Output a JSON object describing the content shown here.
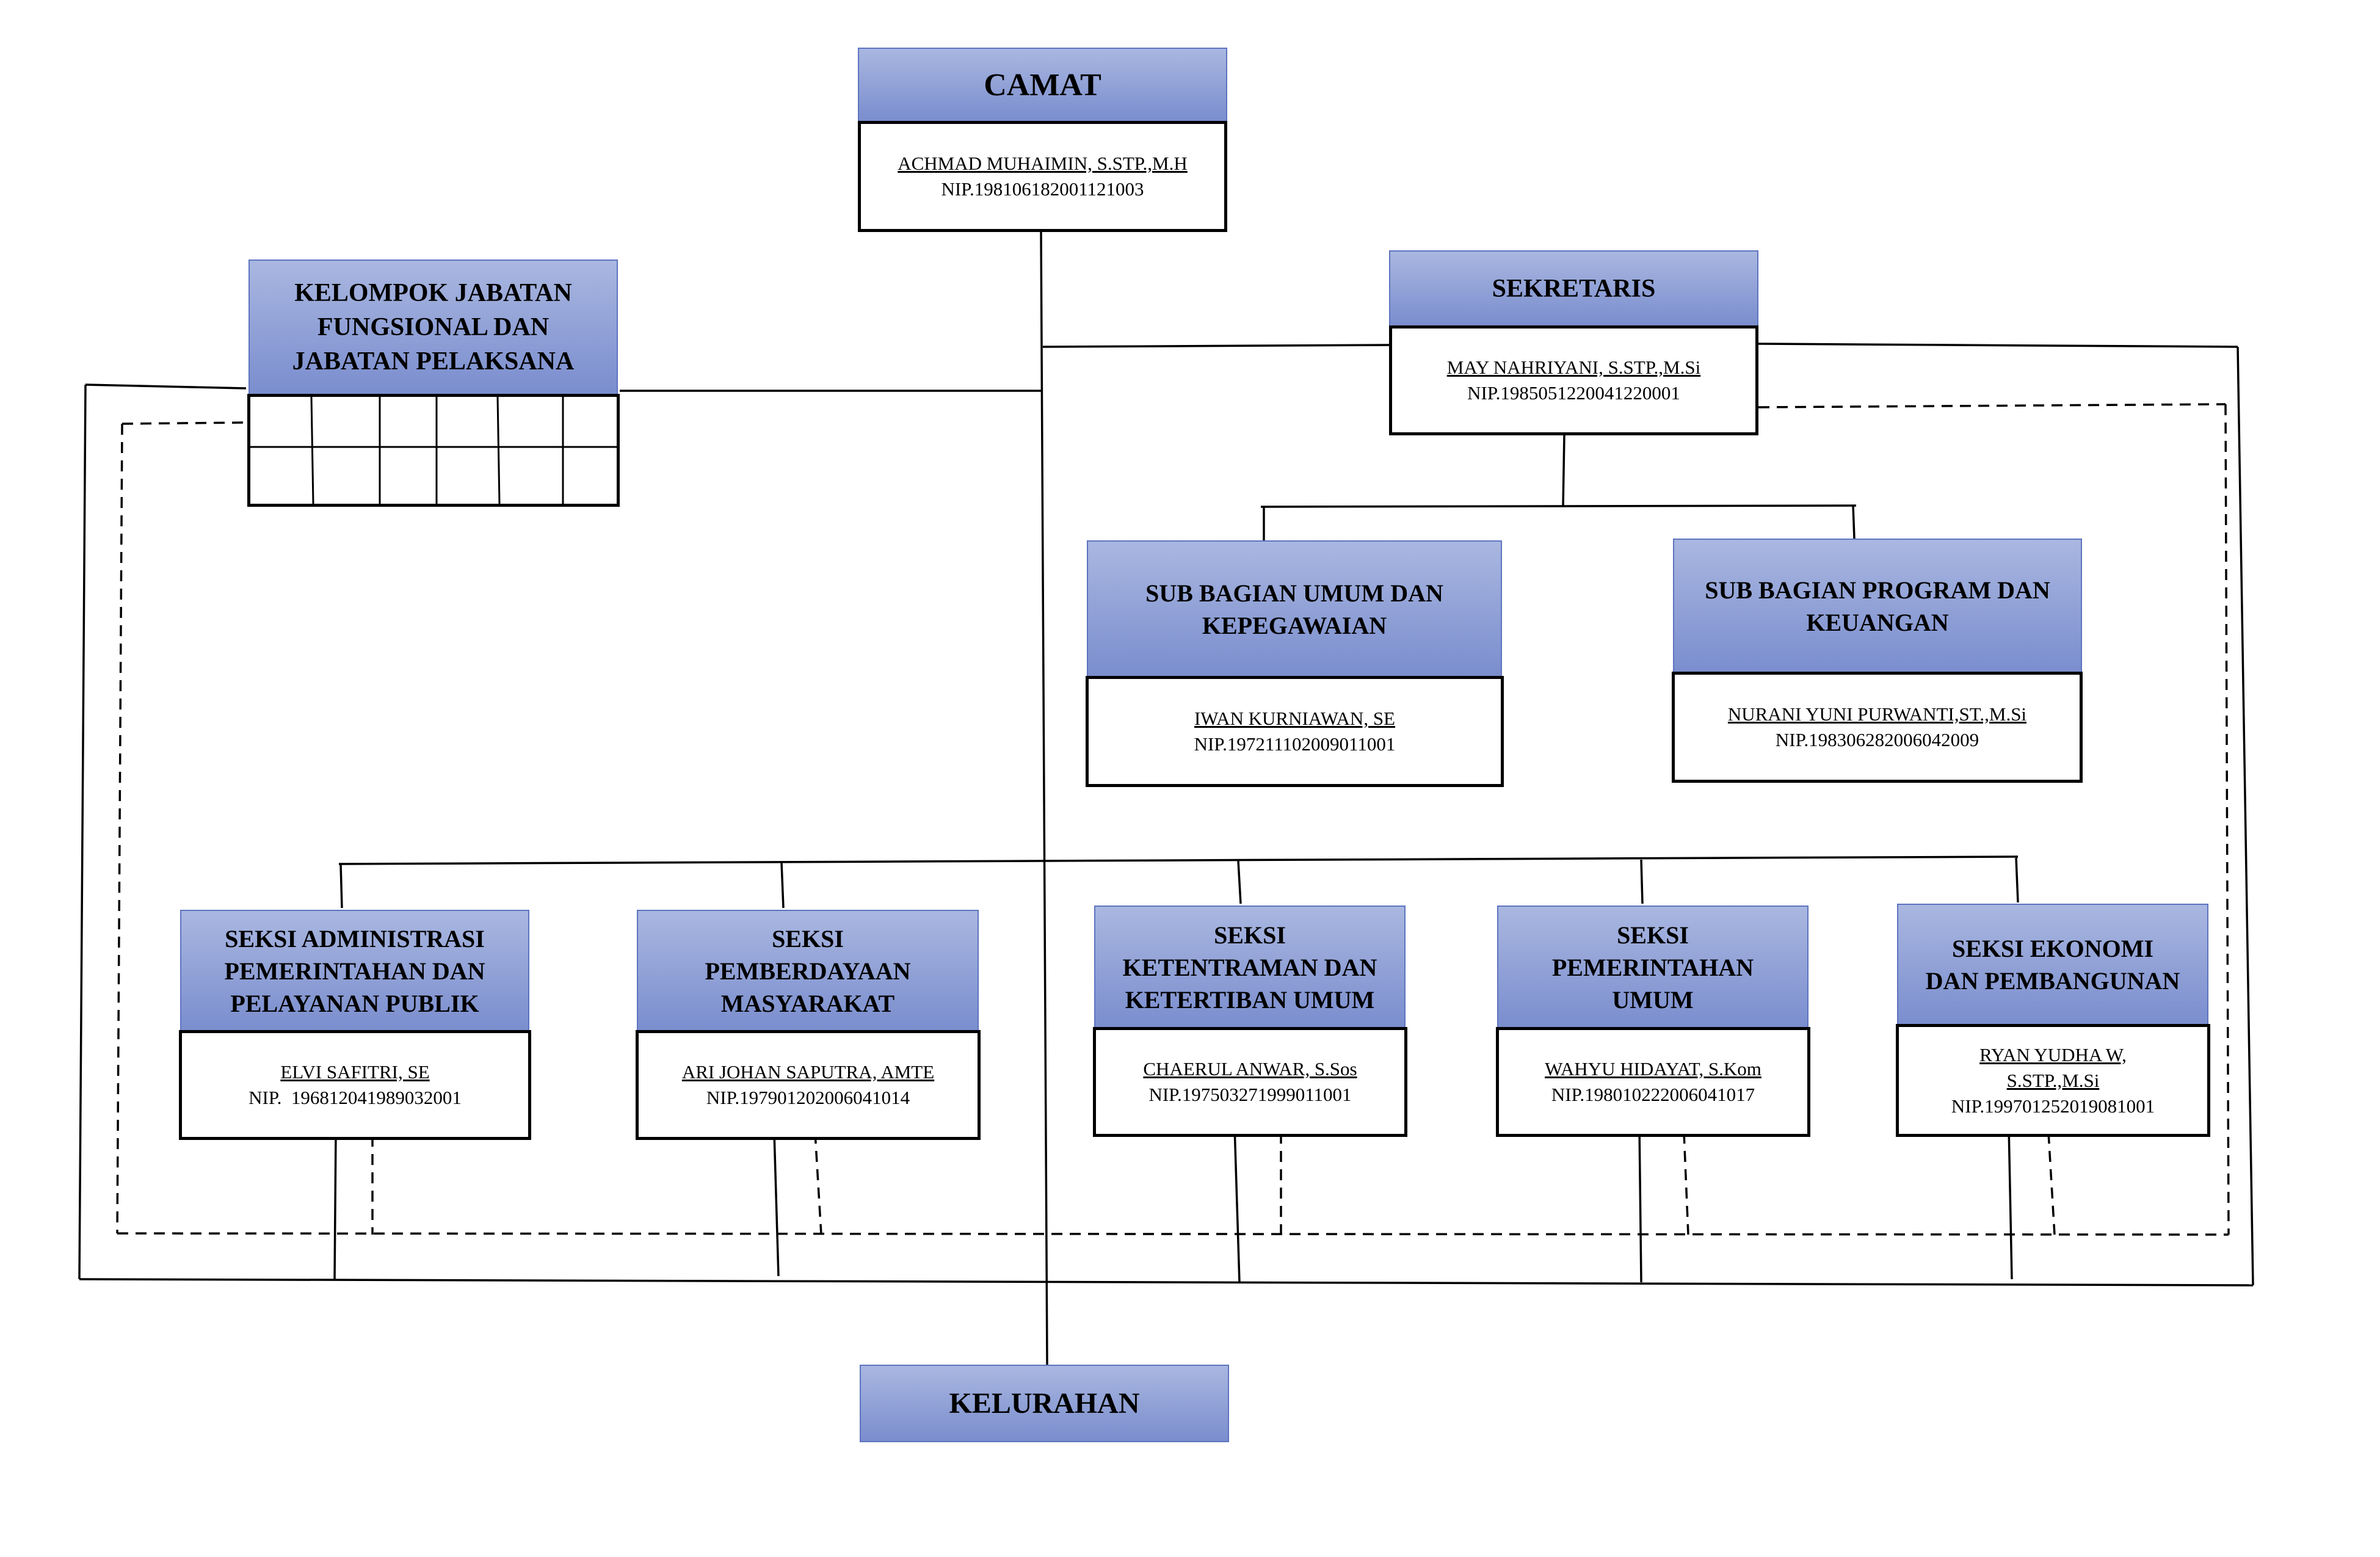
{
  "camat": {
    "title": "CAMAT",
    "name": "ACHMAD MUHAIMIN, S.STP.,M.H",
    "nip": "NIP.198106182001121003"
  },
  "kelompok": {
    "lines": [
      "KELOMPOK JABATAN",
      "FUNGSIONAL DAN",
      "JABATAN PELAKSANA"
    ]
  },
  "sekretaris": {
    "title": "SEKRETARIS",
    "name": "MAY NAHRIYANI, S.STP.,M.Si",
    "nip": "NIP.1985051220041220001"
  },
  "subbag_umum": {
    "lines": [
      "SUB BAGIAN UMUM DAN",
      "KEPEGAWAIAN"
    ],
    "name": "IWAN KURNIAWAN, SE",
    "nip": "NIP.197211102009011001"
  },
  "subbag_program": {
    "lines": [
      "SUB BAGIAN PROGRAM DAN",
      "KEUANGAN"
    ],
    "name": "NURANI YUNI PURWANTI,ST.,M.Si",
    "nip": "NIP.198306282006042009"
  },
  "seksi_admin": {
    "lines": [
      "SEKSI ADMINISTRASI",
      "PEMERINTAHAN DAN",
      "PELAYANAN PUBLIK"
    ],
    "name": "ELVI SAFITRI, SE",
    "nip": "NIP.  196812041989032001"
  },
  "seksi_pemberdayaan": {
    "lines": [
      "SEKSI",
      "PEMBERDAYAAN",
      "MASYARAKAT"
    ],
    "name": "ARI JOHAN SAPUTRA, AMTE",
    "nip": "NIP.197901202006041014"
  },
  "seksi_ketentraman": {
    "lines": [
      "SEKSI",
      "KETENTRAMAN DAN",
      "KETERTIBAN UMUM"
    ],
    "name": "CHAERUL ANWAR, S.Sos",
    "nip": "NIP.197503271999011001"
  },
  "seksi_pemerintahan": {
    "lines": [
      "SEKSI",
      "PEMERINTAHAN",
      "UMUM"
    ],
    "name": "WAHYU HIDAYAT, S.Kom",
    "nip": "NIP.198010222006041017"
  },
  "seksi_ekonomi": {
    "lines": [
      "SEKSI EKONOMI",
      "DAN PEMBANGUNAN"
    ],
    "name_lines": [
      "RYAN YUDHA W,",
      "S.STP.,M.Si"
    ],
    "nip": "NIP.199701252019081001"
  },
  "kelurahan": {
    "title": "KELURAHAN"
  },
  "colors": {
    "header_top": "#a9b7e0",
    "header_bottom": "#7a8dce",
    "header_border": "#5e74c0"
  }
}
